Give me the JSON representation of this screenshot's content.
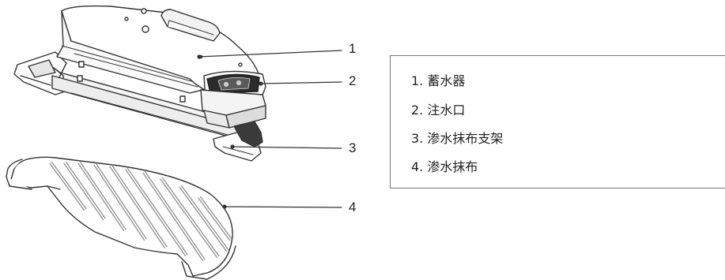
{
  "callouts": [
    "1",
    "2",
    "3",
    "4"
  ],
  "legend": {
    "items": [
      "1. 蓄水器",
      "2. 注水口",
      "3. 渗水抹布支架",
      "4. 渗水抹布"
    ]
  },
  "colors": {
    "line": "#333333",
    "fill": "#ffffff",
    "shade": "#bfbfbf",
    "border": "#777777"
  }
}
